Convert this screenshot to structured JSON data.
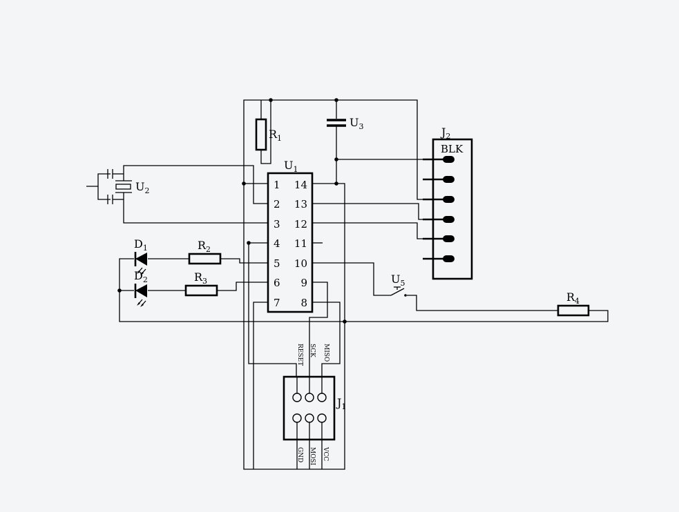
{
  "components": {
    "u1": {
      "ref": "U",
      "sub": "1"
    },
    "u2": {
      "ref": "U",
      "sub": "2"
    },
    "u3": {
      "ref": "U",
      "sub": "3"
    },
    "u5": {
      "ref": "U",
      "sub": "5"
    },
    "r1": {
      "ref": "R",
      "sub": "1"
    },
    "r2": {
      "ref": "R",
      "sub": "2"
    },
    "r3": {
      "ref": "R",
      "sub": "3"
    },
    "r4": {
      "ref": "R",
      "sub": "4"
    },
    "d1": {
      "ref": "D",
      "sub": "1"
    },
    "d2": {
      "ref": "D",
      "sub": "2"
    },
    "j1": {
      "ref": "J",
      "sub": "1"
    },
    "j2": {
      "ref": "J",
      "sub": "2",
      "label": "BLK"
    }
  },
  "u1_pins": {
    "left": [
      "1",
      "2",
      "3",
      "4",
      "5",
      "6",
      "7"
    ],
    "right": [
      "14",
      "13",
      "12",
      "11",
      "10",
      "9",
      "8"
    ]
  },
  "j1_signals": {
    "top": [
      "RESET",
      "SCK",
      "MISO"
    ],
    "bottom": [
      "GND",
      "MOSI",
      "VCC"
    ]
  }
}
